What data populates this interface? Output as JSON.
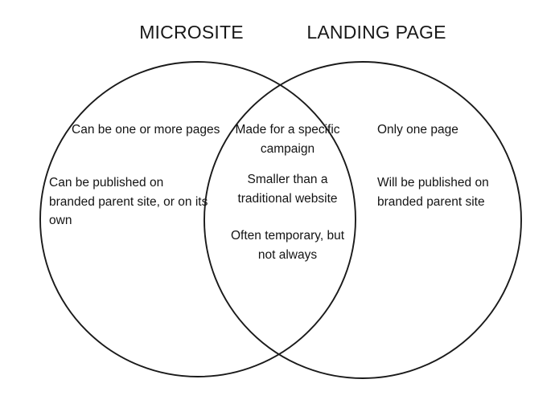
{
  "diagram": {
    "type": "venn",
    "background_color": "#ffffff",
    "stroke_color": "#1a1a1a",
    "text_color": "#141414",
    "left_circle": {
      "title": "MICROSITE",
      "items": [
        "Can be one or more pages",
        "Can be published on branded parent site, or on its own"
      ]
    },
    "right_circle": {
      "title": "LANDING PAGE",
      "items": [
        "Only one page",
        "Will be published on branded parent site"
      ]
    },
    "overlap": {
      "items": [
        "Made for a specific campaign",
        "Smaller than a traditional website",
        "Often temporary, but not always"
      ]
    }
  }
}
